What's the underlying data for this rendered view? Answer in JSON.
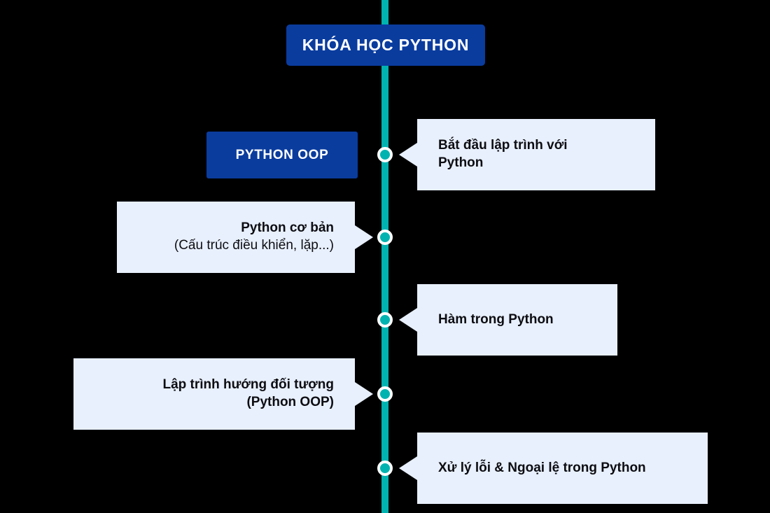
{
  "colors": {
    "background": "#000000",
    "timeline": "#00b3b0",
    "brand_blue": "#0a3c9e",
    "card_bg": "#e8f0fd",
    "card_text": "#0d0d12",
    "node_ring": "#ffffff"
  },
  "header": {
    "title": "KHÓA HỌC PYTHON"
  },
  "accent": {
    "label": "PYTHON OOP"
  },
  "timeline": {
    "items": [
      {
        "side": "right",
        "title": "Bắt đầu lập trình với Python",
        "subtitle": ""
      },
      {
        "side": "left",
        "title": "Python cơ bản",
        "subtitle": "(Cấu trúc điều khiển, lặp...)"
      },
      {
        "side": "right",
        "title": "Hàm trong Python",
        "subtitle": ""
      },
      {
        "side": "left",
        "title": "Lập trình hướng đối tượng (Python OOP)",
        "subtitle": ""
      },
      {
        "side": "right",
        "title": "Xử lý lỗi & Ngoại lệ trong Python",
        "subtitle": ""
      }
    ]
  },
  "cards": {
    "item1_line1": "Bắt đầu lập trình với",
    "item1_line2": "Python",
    "item2_line1": "Python cơ bản",
    "item2_line2": "(Cấu trúc điều khiển, lặp...)",
    "item3_line1": "Hàm trong Python",
    "item4_line1": "Lập trình hướng đối tượng",
    "item4_line2": "(Python OOP)",
    "item5_line1": "Xử lý lỗi & Ngoại lệ trong Python"
  }
}
